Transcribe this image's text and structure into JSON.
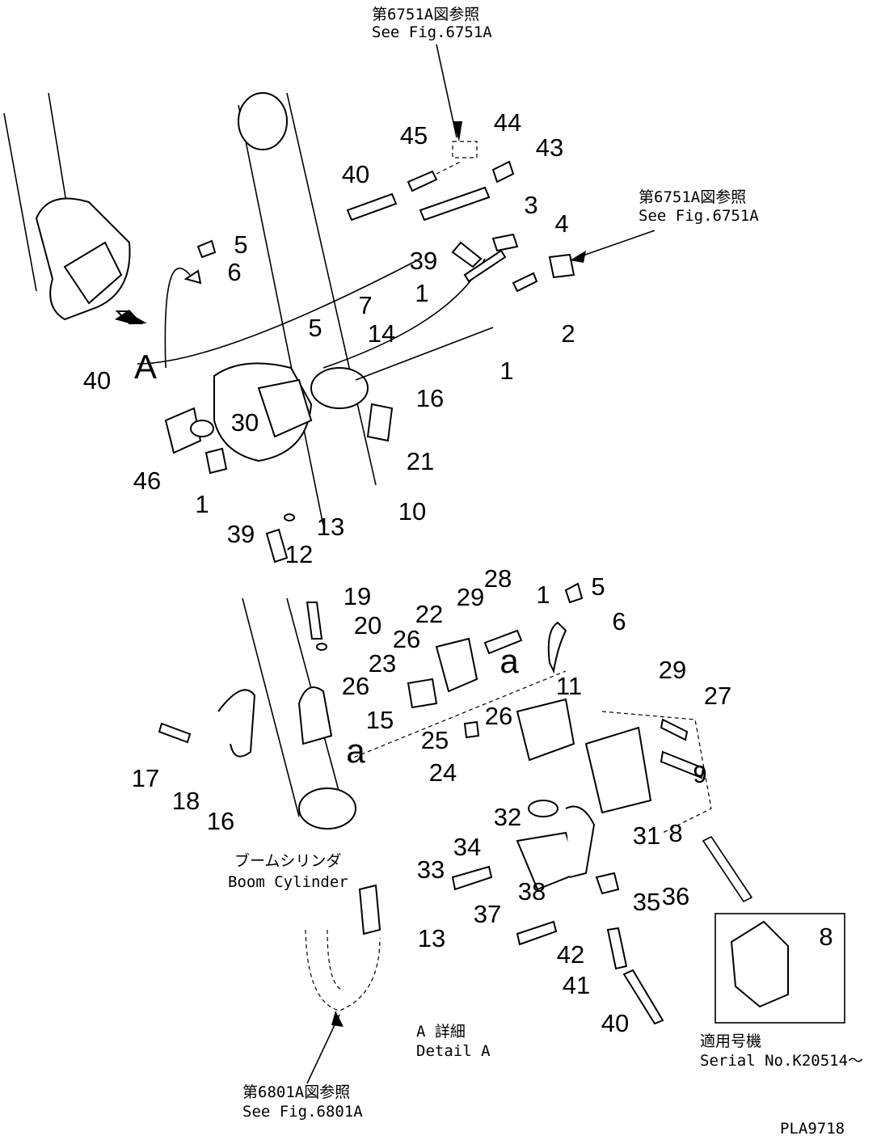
{
  "references": {
    "top_center": {
      "jp": "第6751A図参照",
      "en": "See Fig.6751A"
    },
    "top_right": {
      "jp": "第6751A図参照",
      "en": "See Fig.6751A"
    },
    "bottom_left": {
      "jp": "第6801A図参照",
      "en": "See Fig.6801A"
    }
  },
  "boom_cylinder": {
    "jp": "ブームシリンダ",
    "en": "Boom Cylinder"
  },
  "detail": {
    "jp": "A 詳細",
    "en": "Detail A"
  },
  "serial": {
    "jp": "適用号機",
    "en": "Serial No.K20514～"
  },
  "drawing_id": "PLA9718",
  "callouts": [
    "45",
    "44",
    "43",
    "40",
    "39",
    "3",
    "4",
    "5",
    "6",
    "1",
    "2",
    "7",
    "5",
    "14",
    "1",
    "16",
    "40",
    "A",
    "30",
    "46",
    "21",
    "1",
    "10",
    "39",
    "13",
    "12",
    "19",
    "20",
    "28",
    "29",
    "22",
    "1",
    "5",
    "6",
    "26",
    "23",
    "a",
    "11",
    "26",
    "15",
    "a",
    "26",
    "25",
    "24",
    "29",
    "27",
    "9",
    "17",
    "18",
    "16",
    "32",
    "8",
    "31",
    "34",
    "33",
    "38",
    "36",
    "37",
    "35",
    "13",
    "42",
    "41",
    "40",
    "8"
  ]
}
